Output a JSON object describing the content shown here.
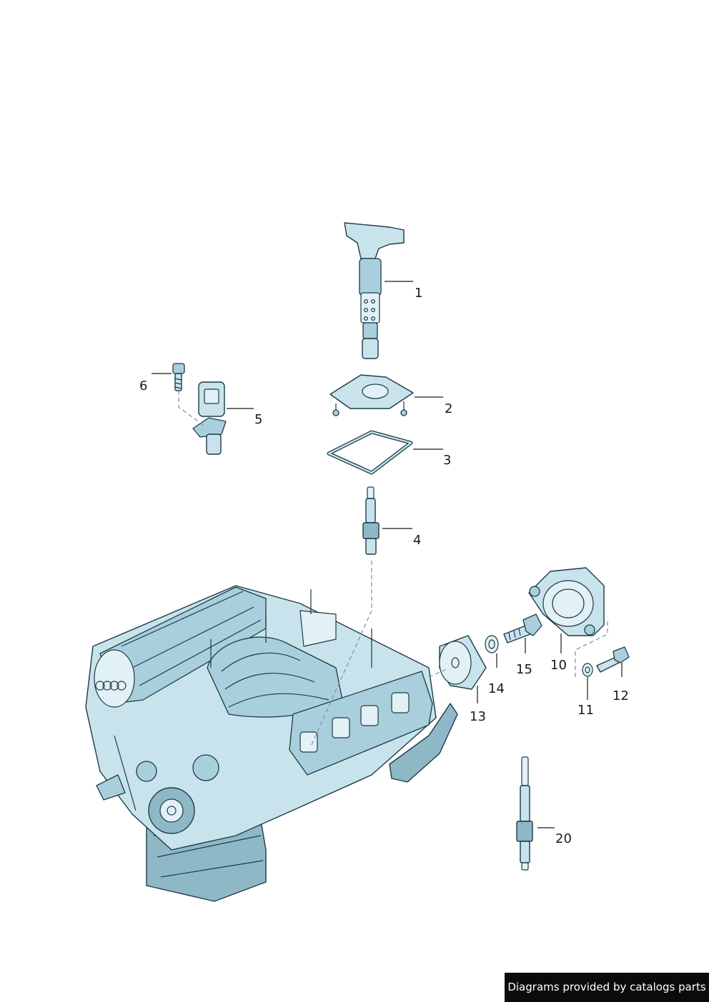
{
  "callouts": [
    {
      "id": "1",
      "label": "1"
    },
    {
      "id": "2",
      "label": "2"
    },
    {
      "id": "3",
      "label": "3"
    },
    {
      "id": "4",
      "label": "4"
    },
    {
      "id": "5",
      "label": "5"
    },
    {
      "id": "6",
      "label": "6"
    },
    {
      "id": "10",
      "label": "10"
    },
    {
      "id": "11",
      "label": "11"
    },
    {
      "id": "12",
      "label": "12"
    },
    {
      "id": "13",
      "label": "13"
    },
    {
      "id": "14",
      "label": "14"
    },
    {
      "id": "15",
      "label": "15"
    },
    {
      "id": "20",
      "label": "20"
    }
  ],
  "credit": "Diagrams provided by catalogs parts",
  "colors": {
    "part_fill": "#c9e3ec",
    "part_shade": "#8fb8c7",
    "outline": "#1d3a47",
    "credit_bg": "#0b0b0b",
    "credit_text": "#ffffff"
  },
  "icons": [
    "ignition-coil",
    "coil-bracket",
    "gasket",
    "spark-plug",
    "crankshaft-sensor",
    "bolt",
    "throttle-housing",
    "seal-ring",
    "damper-pulley",
    "glow-plug",
    "engine-block"
  ]
}
